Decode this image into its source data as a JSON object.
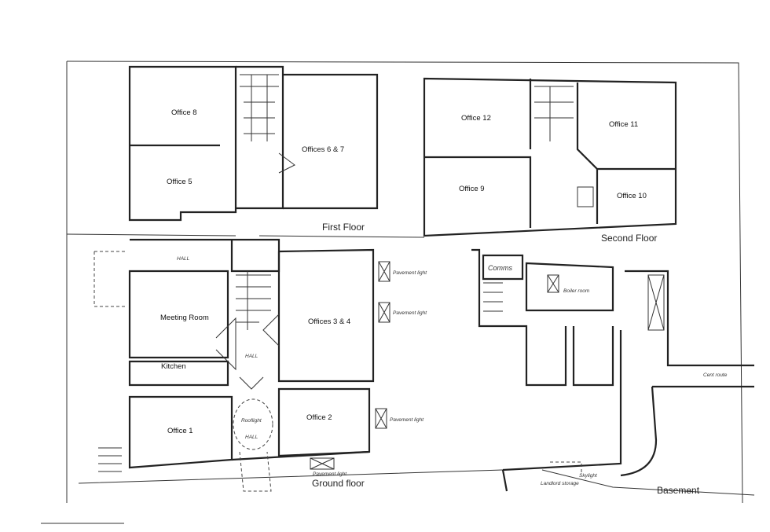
{
  "floors": {
    "first": "First Floor",
    "second": "Second Floor",
    "ground": "Ground floor",
    "basement": "Basement"
  },
  "rooms": {
    "office8": "Office 8",
    "office5": "Office 5",
    "offices67": "Offices 6 & 7",
    "office12": "Office 12",
    "office11": "Office 11",
    "office9": "Office 9",
    "office10": "Office 10",
    "meeting": "Meeting Room",
    "kitchen": "Kitchen",
    "offices34": "Offices 3 & 4",
    "office1": "Office 1",
    "office2": "Office 2"
  },
  "annotations": {
    "hall_top": "HALL",
    "hall_mid": "HALL",
    "rooflight": "Rooflight",
    "hall_low": "HALL",
    "pavement_light_1": "Pavement light",
    "pavement_light_2": "Pavement light",
    "pavement_light_3": "Pavement light",
    "pavement_light_4": "Pavement light",
    "comms": "Comms",
    "boiler": "Boiler room",
    "skylight": "Skylight",
    "landlord_storage": "Landlord storage",
    "cent_route": "Cent route"
  }
}
